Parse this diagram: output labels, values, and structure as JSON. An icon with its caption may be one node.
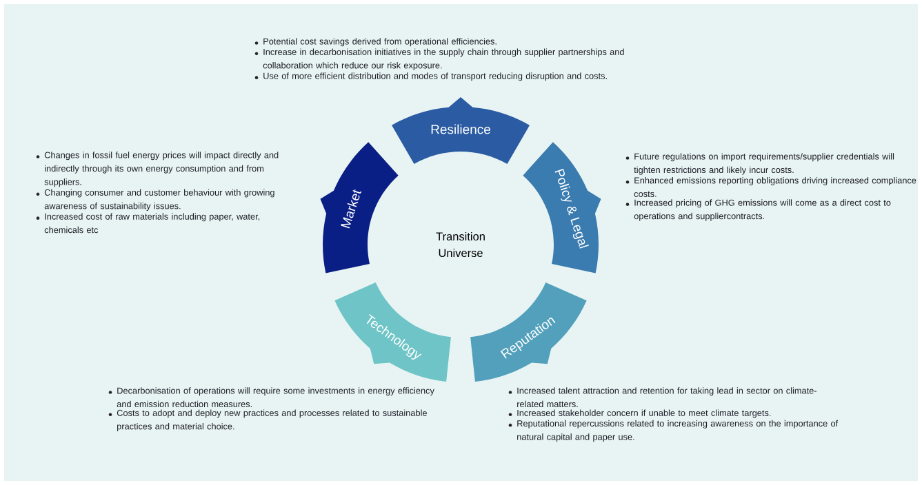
{
  "diagram": {
    "nodes": [
      {
        "text": [
          "Resilience"
        ],
        "beside": [
          "Potential cost savings derived from operational efficiencies.",
          "Increase in decarbonisation initiatives in the supply chain through supplier partnerships and collaboration which reduce our risk exposure.",
          "Use of more efficient distribution and modes of transport reducing disruption and costs."
        ]
      },
      {
        "text": [
          "Policy & Legal"
        ],
        "beside": [
          "Future regulations on import requirements/supplier credentials will tighten restrictions and likely incur costs.",
          "Enhanced emissions reporting obligations driving increased compliance costs.",
          "Increased pricing of GHG emissions will come as a direct cost to operations and suppliercontracts."
        ]
      },
      {
        "text": [
          "Reputation"
        ],
        "beside": [
          "Increased talent attraction and retention for taking lead in sector on climate-related matters.",
          "Increased stakeholder concern if unable to meet climate targets.",
          "Reputational repercussions related to increasing awareness on the importance of natural capital and paper use."
        ]
      },
      {
        "text": [
          "Technology"
        ],
        "beside": [
          "Decarbonisation of operations will require some investments in energy efficiency and emission reduction measures.",
          "Costs to adopt and deploy new practices and processes related to sustainable practices and material choice."
        ]
      },
      {
        "text": [
          "Market"
        ],
        "beside": [
          "Changes in fossil fuel energy prices will impact directly and indirectly through its own energy consumption and from suppliers.",
          "Changing consumer and customer behaviour with growing awareness of sustainability issues.",
          "Increased cost of raw materials including paper, water, chemicals etc"
        ]
      }
    ],
    "labels": [
      "Transition Universe"
    ]
  }
}
